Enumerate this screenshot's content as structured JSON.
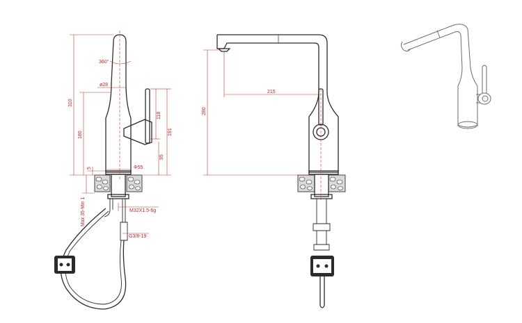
{
  "colors": {
    "outline": "#2b2b2b",
    "dimension": "#c0392b",
    "text": "#b3262e",
    "pebble_fill": "#d9d9d9"
  },
  "labels": {
    "rotation": "360°",
    "spout_diameter": "ø28",
    "height_total": "310",
    "height_body": "180",
    "height_lever": "118",
    "height_lever_total": "191",
    "height_lever_base": "95",
    "base_thickness": "5",
    "base_diameter": "Φ55",
    "mounting_thickness": "Max 35-Min 1",
    "thread_main": "M32X1.5-6g",
    "thread_hose": "G3/8-19",
    "spout_reach": "215",
    "spout_height": "280"
  }
}
